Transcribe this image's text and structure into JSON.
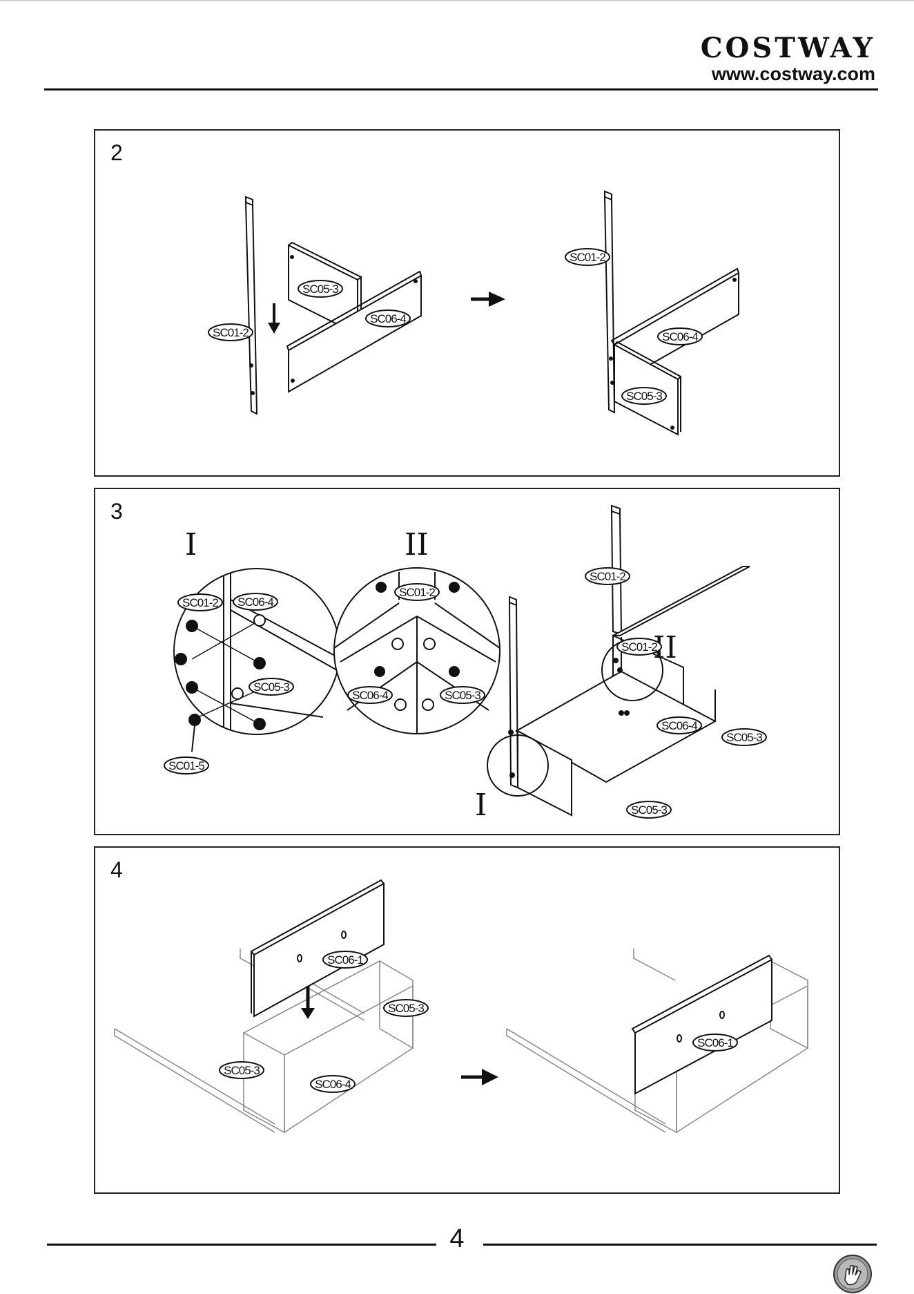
{
  "header": {
    "brand": "COSTWAY",
    "url": "www.costway.com"
  },
  "steps": [
    {
      "number": "2",
      "labels": {
        "rail": "SC01-2",
        "side": "SC05-3",
        "bottom": "SC06-4"
      }
    },
    {
      "number": "3",
      "detail_marks": [
        "I",
        "II"
      ],
      "labels": {
        "rail": "SC01-2",
        "bottom": "SC06-4",
        "side": "SC05-3",
        "screw": "SC01-5"
      }
    },
    {
      "number": "4",
      "labels": {
        "panel": "SC06-1",
        "side": "SC05-3",
        "bottom": "SC06-4"
      }
    }
  ],
  "footer": {
    "page_number": "4"
  },
  "icons": {
    "badge": "glove-icon",
    "arrow": "arrow-right-icon",
    "down": "arrow-down-icon"
  }
}
